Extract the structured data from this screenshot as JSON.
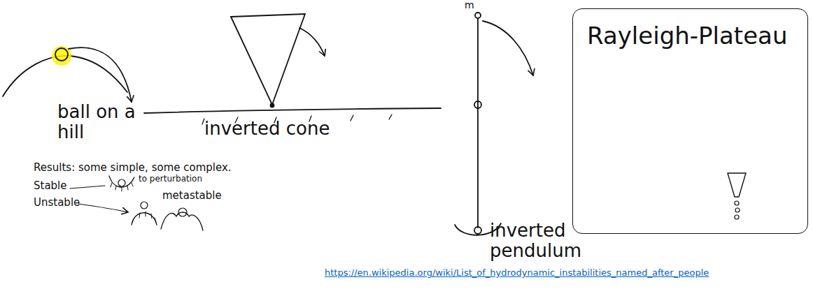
{
  "diagram": {
    "nodes": [
      {
        "text": [
          "Rayleigh-Plateau"
        ]
      }
    ],
    "labels": [
      "ball on a hill",
      "inverted cone",
      "m",
      "inverted pendulum",
      "Results: some simple, some complex.",
      "Stable",
      "to perturbation",
      "Unstable",
      "metastable",
      "https://en.wikipedia.org/wiki/List_of_hydrodynamic_instabilities_named_after_people"
    ]
  }
}
